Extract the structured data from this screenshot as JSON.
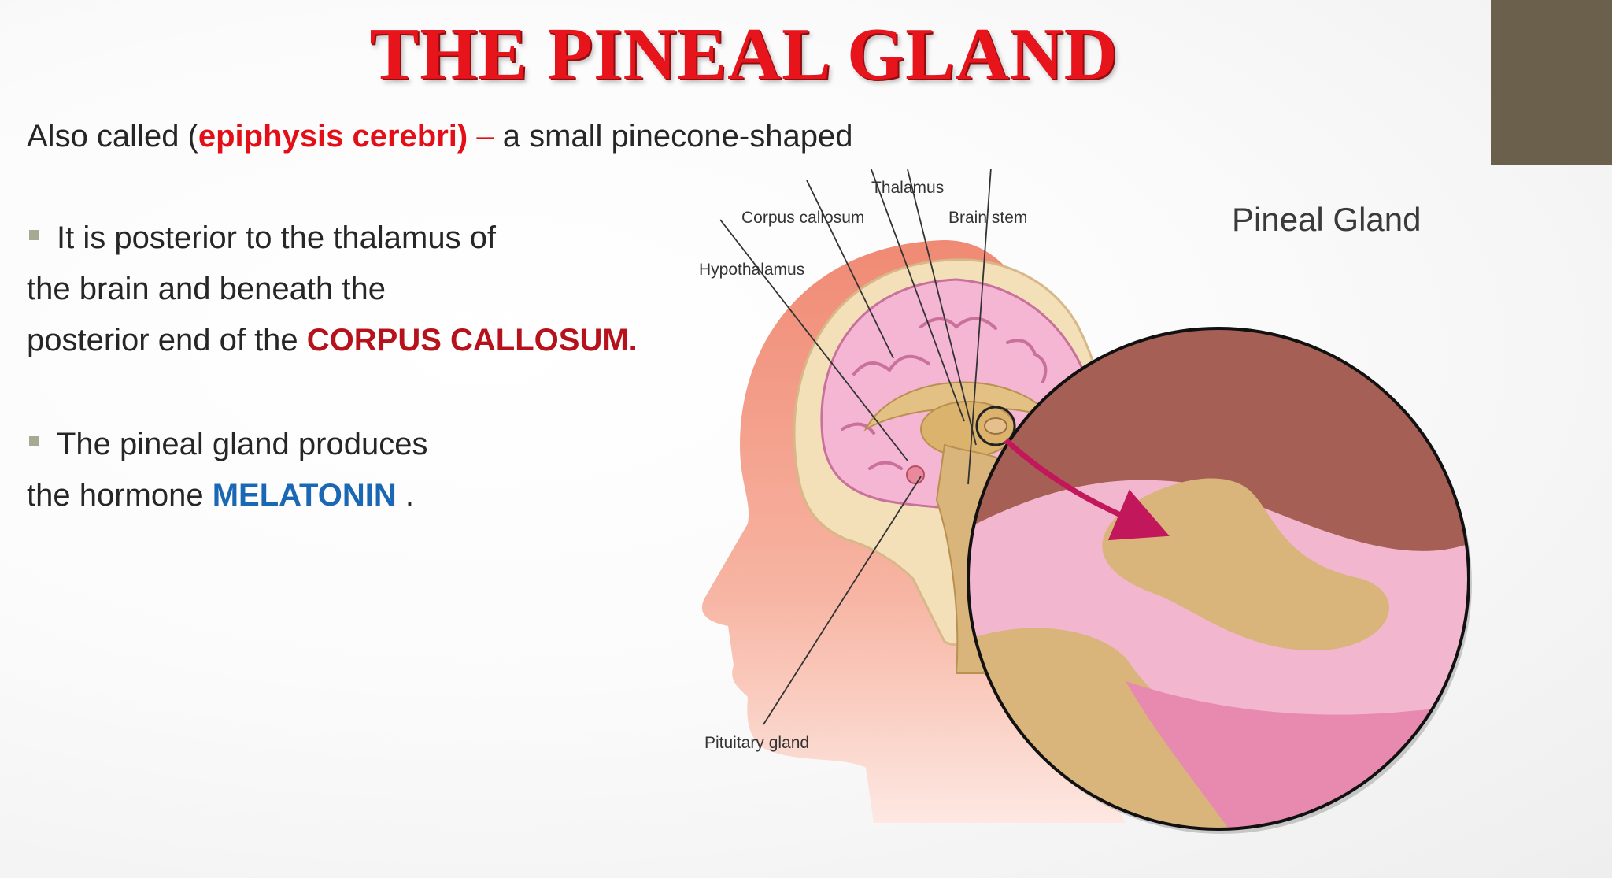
{
  "title": "THE PINEAL GLAND",
  "intro": {
    "prefix": "Also called (",
    "term": "epiphysis cerebri)",
    "dash": " – ",
    "suffix": " a small pinecone-shaped"
  },
  "bullets": [
    {
      "lines": [
        "It is posterior to the thalamus of",
        "the brain and beneath the"
      ],
      "line3_prefix": "posterior end of the ",
      "highlight": "CORPUS CALLOSUM."
    },
    {
      "lines": [
        "The pineal gland produces"
      ],
      "line2_prefix": "the hormone ",
      "highlight": "MELATONIN",
      "suffix": " ."
    }
  ],
  "diagram": {
    "labels": {
      "thalamus": "Thalamus",
      "corpus_callosum": "Corpus callosum",
      "brain_stem": "Brain stem",
      "hypothalamus": "Hypothalamus",
      "pituitary_gland": "Pituitary gland",
      "pineal_gland": "Pineal Gland"
    }
  },
  "colors": {
    "title": "#e8141c",
    "term_red": "#e30f18",
    "corpus_red": "#b5121b",
    "melatonin_blue": "#1a67b3",
    "corner_block": "#6b604b",
    "bullet": "#a6aa93"
  }
}
